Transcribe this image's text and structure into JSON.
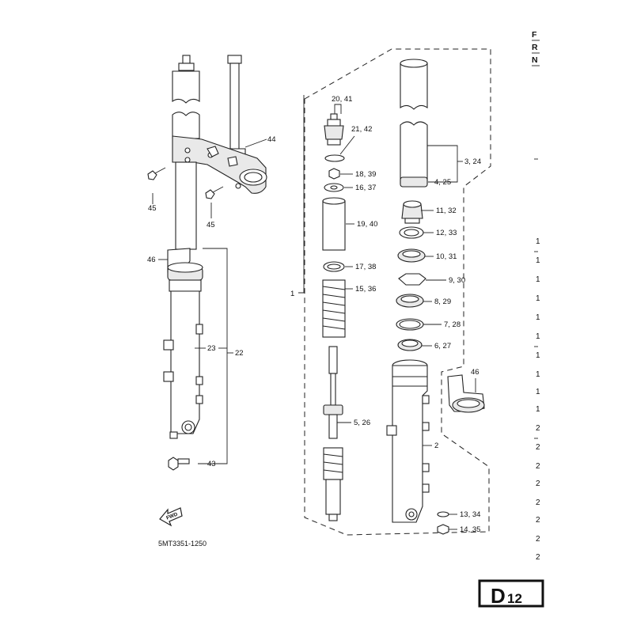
{
  "diagram": {
    "labels": [
      {
        "id": "p44",
        "text": "44"
      },
      {
        "id": "p45a",
        "text": "45"
      },
      {
        "id": "p45b",
        "text": "45"
      },
      {
        "id": "p46a",
        "text": "46"
      },
      {
        "id": "p23",
        "text": "23"
      },
      {
        "id": "p22",
        "text": "22"
      },
      {
        "id": "p43",
        "text": "43"
      },
      {
        "id": "p20",
        "text": "20, 41"
      },
      {
        "id": "p21",
        "text": "21, 42"
      },
      {
        "id": "p18",
        "text": "18, 39"
      },
      {
        "id": "p16",
        "text": "16, 37"
      },
      {
        "id": "p19",
        "text": "19, 40"
      },
      {
        "id": "p17",
        "text": "17, 38"
      },
      {
        "id": "p15",
        "text": "15, 36"
      },
      {
        "id": "p1",
        "text": "1"
      },
      {
        "id": "p5",
        "text": "5, 26"
      },
      {
        "id": "p3",
        "text": "3, 24"
      },
      {
        "id": "p4",
        "text": "4, 25"
      },
      {
        "id": "p11",
        "text": "11, 32"
      },
      {
        "id": "p12",
        "text": "12, 33"
      },
      {
        "id": "p10",
        "text": "10, 31"
      },
      {
        "id": "p9",
        "text": "9, 30"
      },
      {
        "id": "p8",
        "text": "8, 29"
      },
      {
        "id": "p7",
        "text": "7, 28"
      },
      {
        "id": "p6",
        "text": "6, 27"
      },
      {
        "id": "p46b",
        "text": "46"
      },
      {
        "id": "p2",
        "text": "2"
      },
      {
        "id": "p13",
        "text": "13, 34"
      },
      {
        "id": "p14",
        "text": "14, 35"
      }
    ],
    "fwd_text": "FWD",
    "drawing_code": "5MT3351-1250",
    "page_code": "D",
    "page_number": "12",
    "edge_header_letters": [
      "F",
      "R",
      "N"
    ],
    "edge_numbers": [
      "1",
      "1",
      "1",
      "1",
      "1",
      "1",
      "1",
      "1",
      "1",
      "1",
      "2",
      "2",
      "2",
      "2",
      "2",
      "2",
      "2",
      "2"
    ]
  }
}
